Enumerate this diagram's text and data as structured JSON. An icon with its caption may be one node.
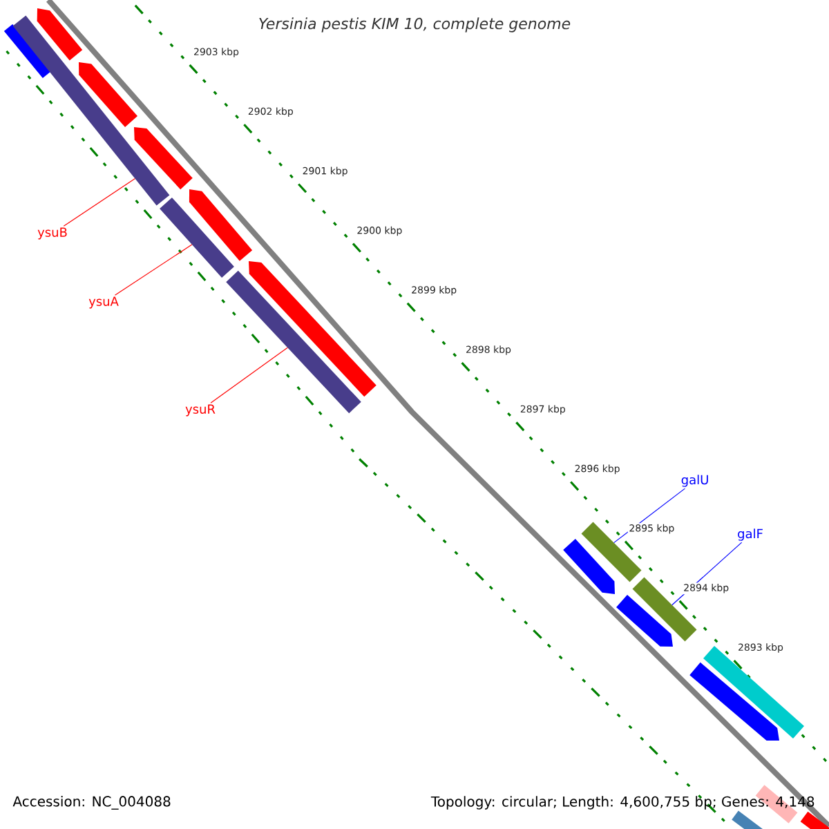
{
  "diagram": {
    "title": "Yersinia pestis KIM 10, complete genome",
    "nodes": [
      {
        "text": [
          "ysuB"
        ]
      },
      {
        "text": [
          "ysuA"
        ]
      },
      {
        "text": [
          "ysuR"
        ]
      },
      {
        "text": [
          "galU"
        ]
      },
      {
        "text": [
          "galF"
        ]
      },
      {
        "text": [],
        "shape": "arrow"
      },
      {
        "text": [],
        "shape": "bar"
      },
      {
        "text": [],
        "shape": "bar"
      },
      {
        "text": [],
        "shape": "arrow"
      },
      {
        "text": [],
        "shape": "arrow"
      },
      {
        "text": [],
        "shape": "arrow"
      },
      {
        "text": [],
        "shape": "bar"
      },
      {
        "text": [],
        "shape": "arrow"
      },
      {
        "text": [],
        "shape": "bar"
      },
      {
        "text": [],
        "shape": "bar"
      },
      {
        "text": [],
        "shape": "arrow"
      },
      {
        "text": [],
        "shape": "bar"
      },
      {
        "text": [],
        "shape": "arrow"
      },
      {
        "text": [],
        "shape": "bar"
      },
      {
        "text": [],
        "shape": "arrow"
      },
      {
        "text": [],
        "shape": "bar"
      },
      {
        "text": [],
        "shape": "bar"
      },
      {
        "text": [],
        "shape": "bar"
      }
    ],
    "edges": [
      {
        "from": 0,
        "to": 7,
        "arrow": "none"
      },
      {
        "from": 1,
        "to": 11,
        "arrow": "none"
      },
      {
        "from": 2,
        "to": 13,
        "arrow": "none"
      },
      {
        "from": 3,
        "to": 14,
        "arrow": "none",
        "color": "#0000ff"
      },
      {
        "from": 4,
        "to": 16,
        "arrow": "none",
        "color": "#0000ff"
      }
    ],
    "labels": [
      "2903 kbp",
      "2902 kbp",
      "2901 kbp",
      "2900 kbp",
      "2899 kbp",
      "2898 kbp",
      "2897 kbp",
      "2896 kbp",
      "2895 kbp",
      "2894 kbp",
      "2893 kbp",
      "Accession: NC_004088",
      "Topology: circular; Length: 4,600,755 bp; Genes: 4,148"
    ]
  }
}
